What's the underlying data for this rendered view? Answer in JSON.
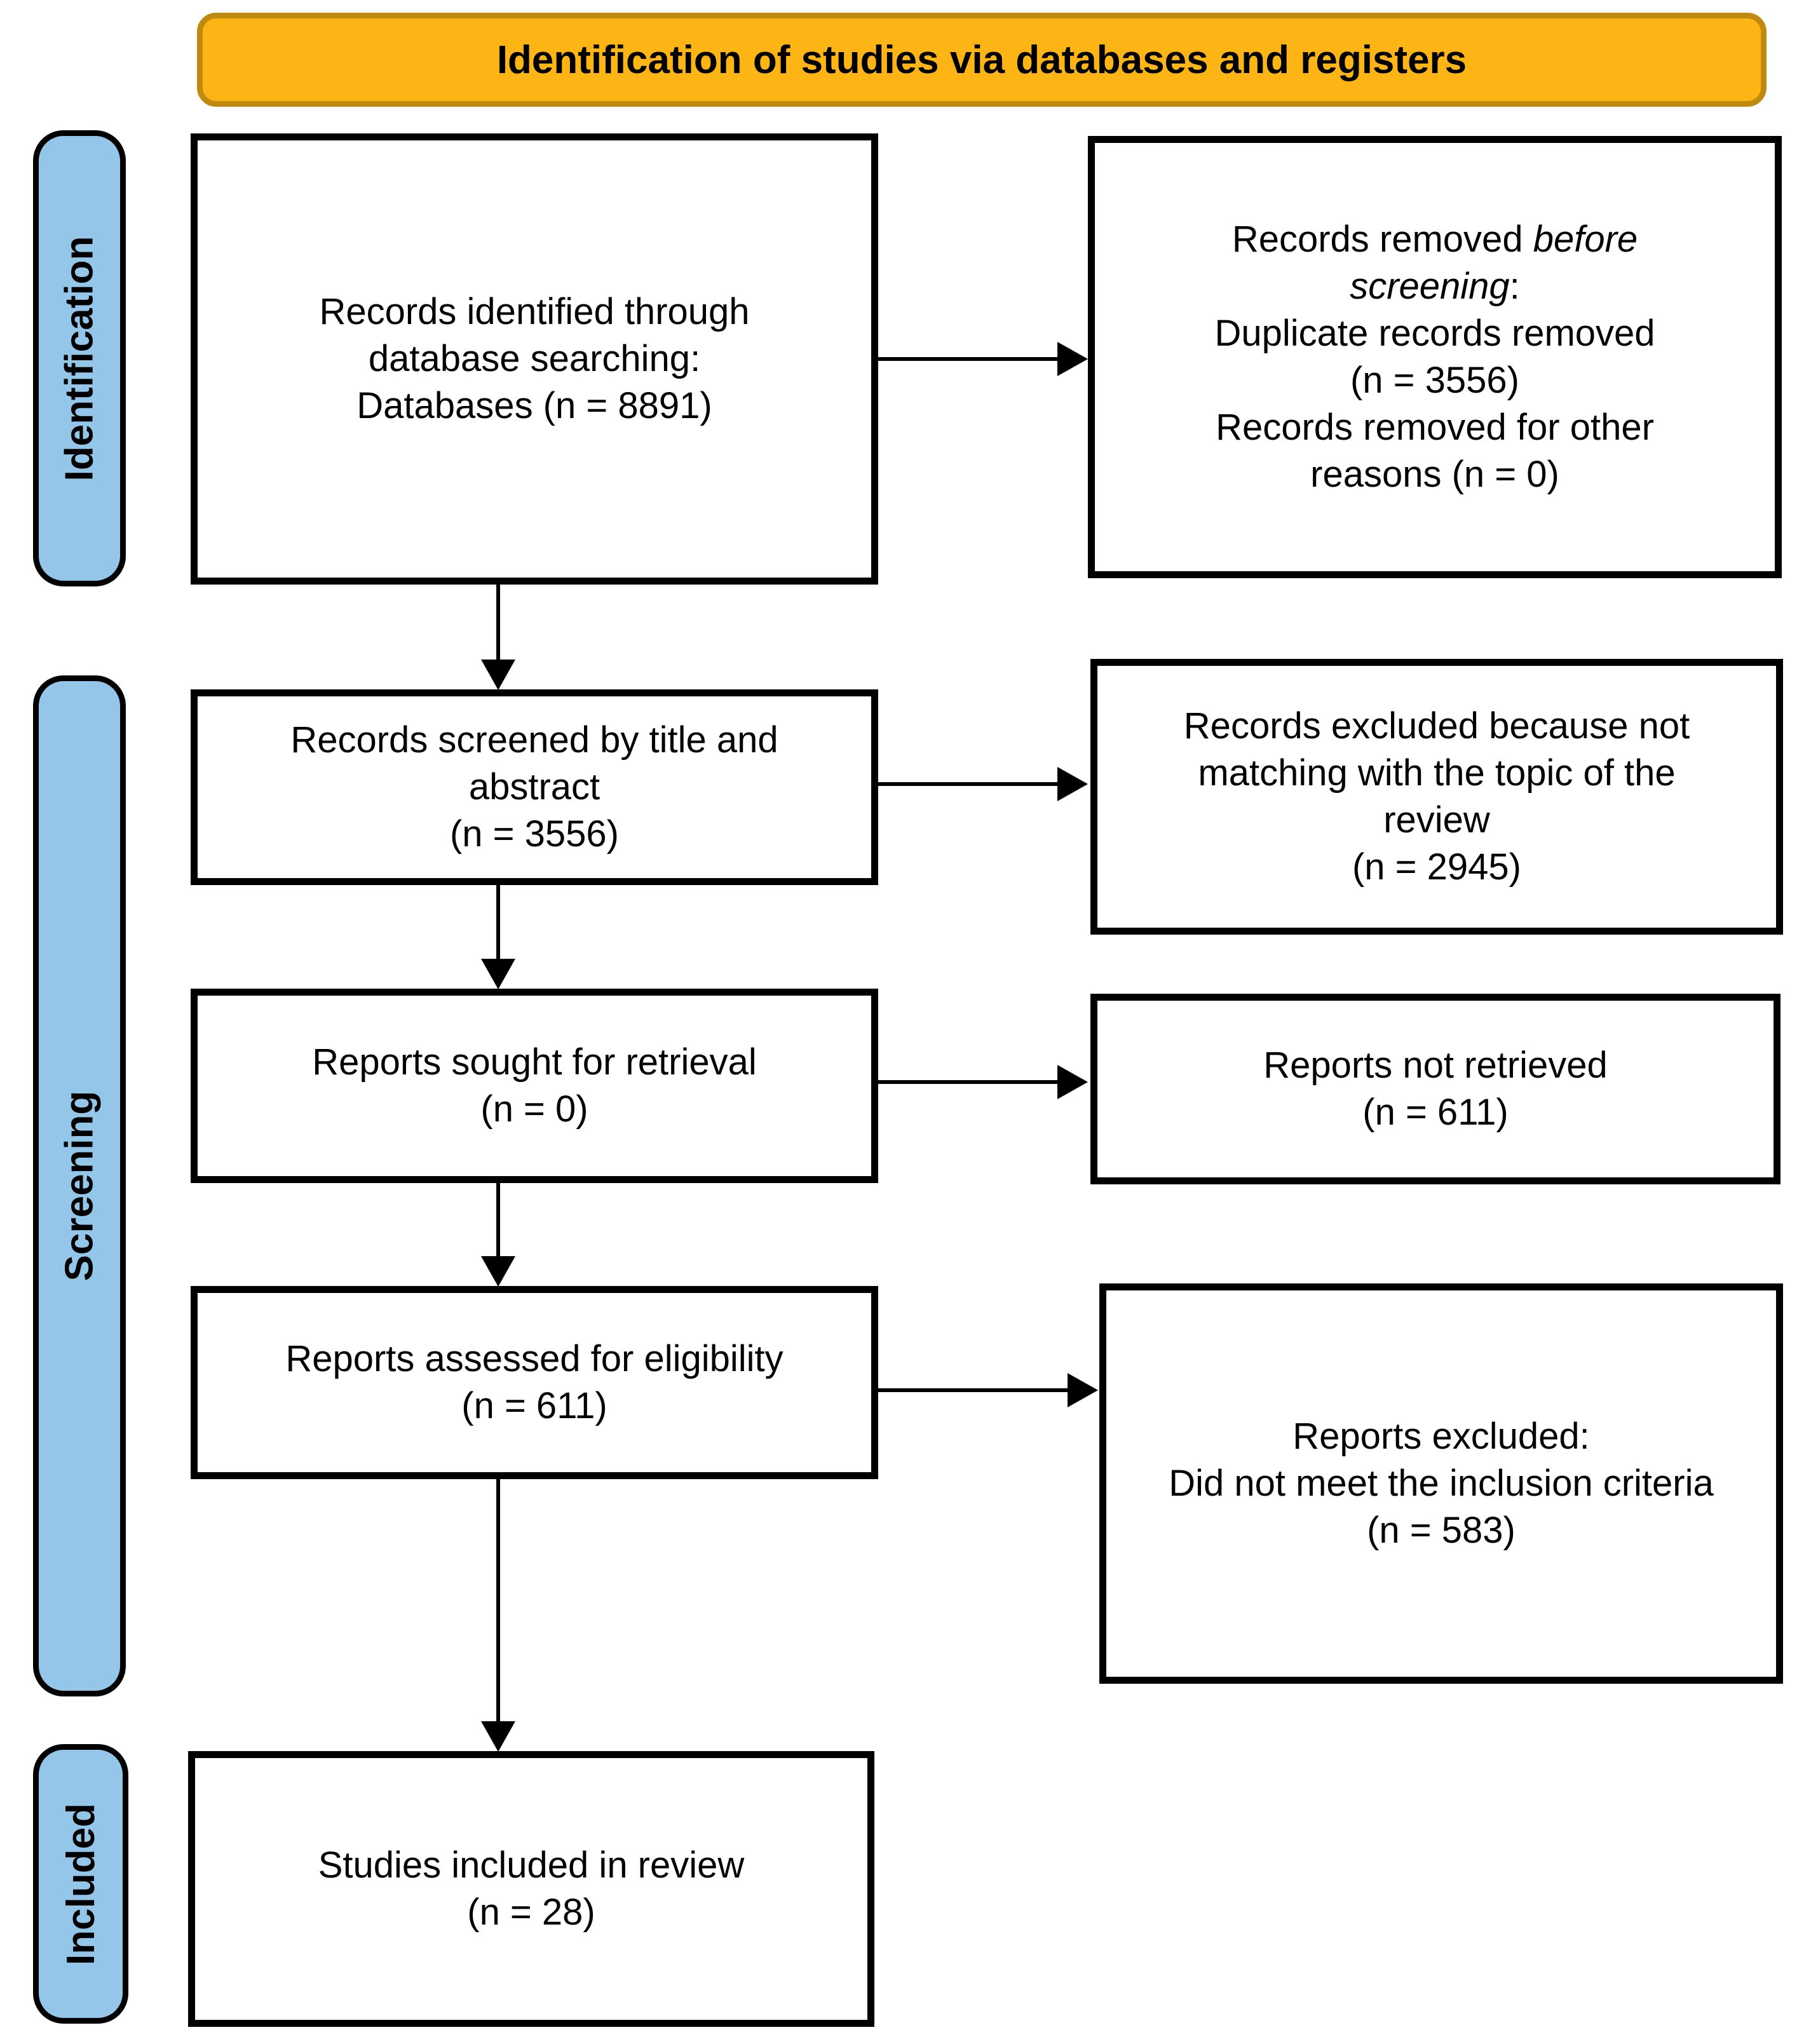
{
  "header": {
    "title": "Identification of studies via databases and registers",
    "bg_color": "#FCB515",
    "border_color": "#BF8A0E"
  },
  "stages": [
    {
      "label": "Identification"
    },
    {
      "label": "Screening"
    },
    {
      "label": "Included"
    }
  ],
  "stage_style": {
    "bg_color": "#93C6E8",
    "border_color": "#000000"
  },
  "boxes": {
    "records_identified": {
      "lines": [
        "Records identified through",
        "database searching:",
        "Databases (n = 8891)"
      ]
    },
    "records_removed": {
      "line1_normal": "Records removed ",
      "line1_italic": "before",
      "line2_italic": "screening",
      "line2_normal": ":",
      "rest": [
        "Duplicate records removed",
        "(n = 3556)",
        "Records removed for other",
        "reasons (n = 0)"
      ]
    },
    "records_screened": {
      "lines": [
        "Records screened by title and",
        "abstract",
        "(n = 3556)"
      ]
    },
    "records_excluded": {
      "lines": [
        "Records excluded because not",
        "matching with the topic of the",
        "review",
        "(n = 2945)"
      ]
    },
    "reports_sought": {
      "lines": [
        "Reports sought for retrieval",
        "(n = 0)"
      ]
    },
    "reports_not_retrieved": {
      "lines": [
        "Reports not retrieved",
        "(n = 611)"
      ]
    },
    "reports_assessed": {
      "lines": [
        "Reports assessed for eligibility",
        "(n = 611)"
      ]
    },
    "reports_excluded": {
      "lines": [
        "Reports excluded:",
        "Did not meet the inclusion criteria",
        "(n = 583)"
      ]
    },
    "studies_included": {
      "lines": [
        "Studies included in review",
        "(n = 28)"
      ]
    }
  }
}
